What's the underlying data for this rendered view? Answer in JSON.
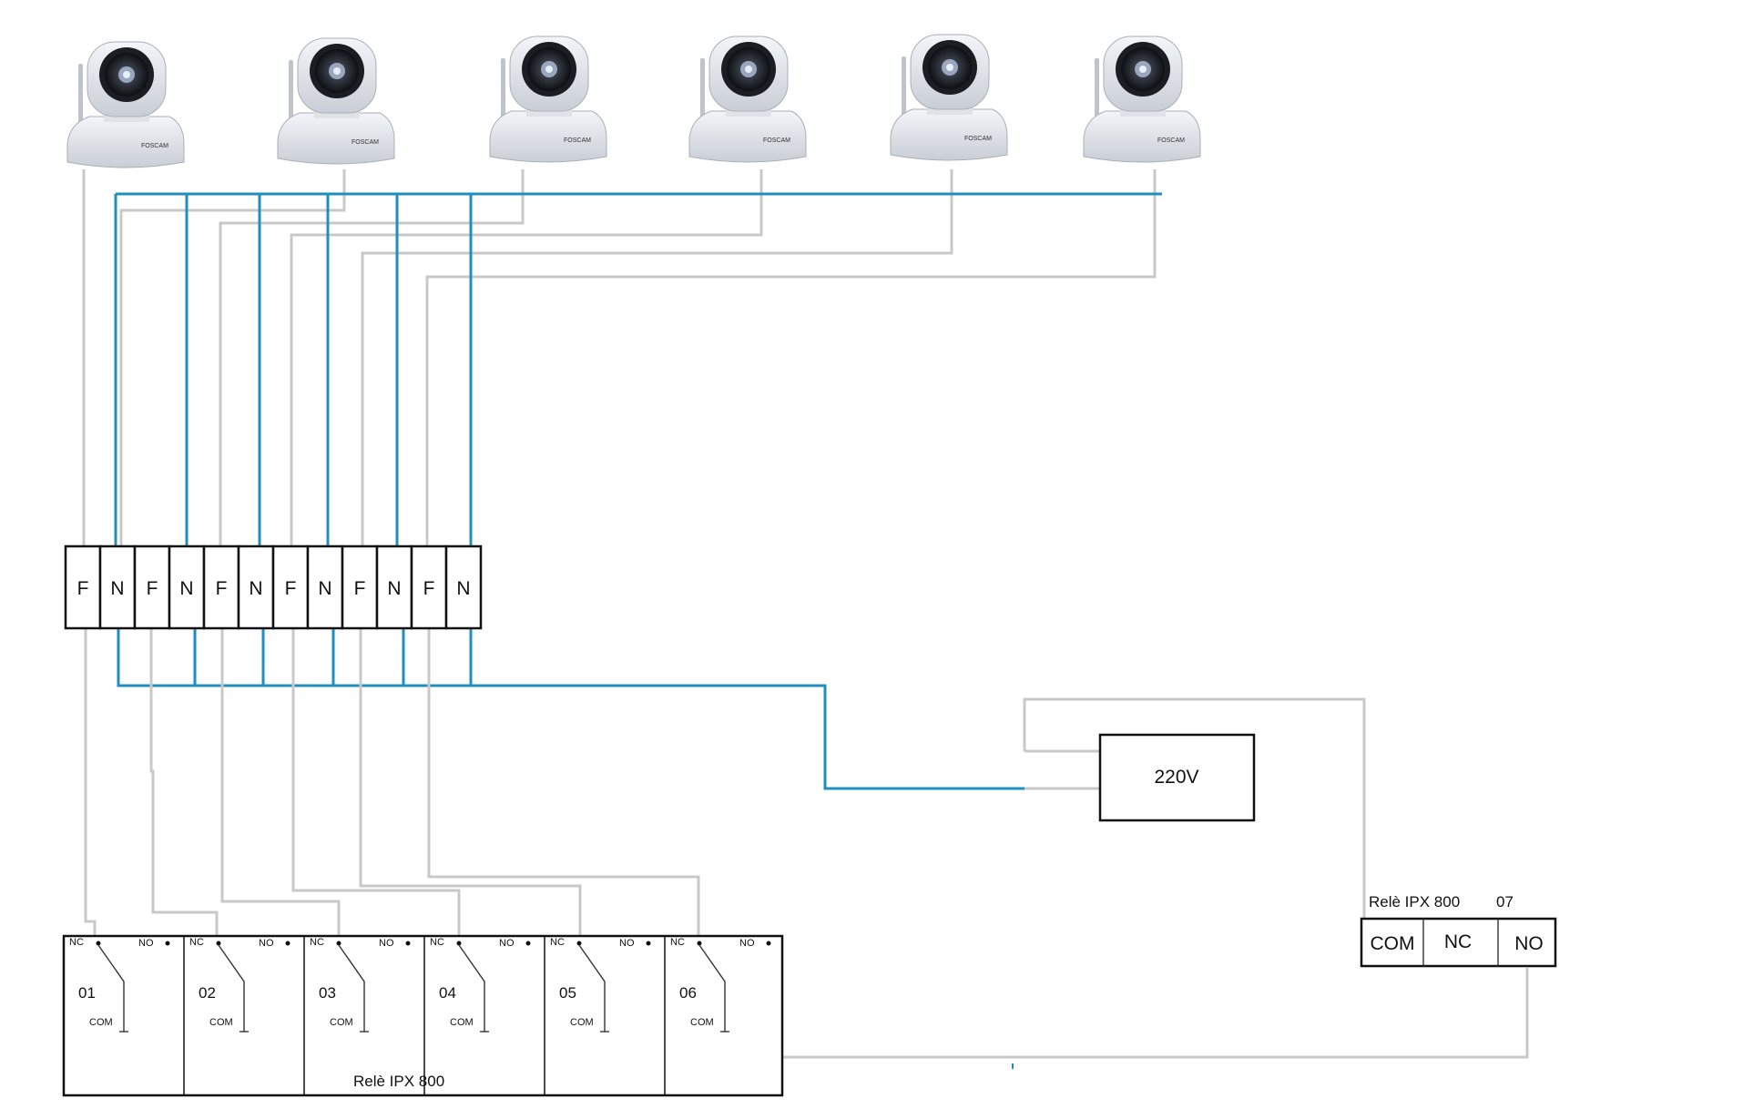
{
  "cameras": [
    {
      "brand": "FOSCAM"
    },
    {
      "brand": "FOSCAM"
    },
    {
      "brand": "FOSCAM"
    },
    {
      "brand": "FOSCAM"
    },
    {
      "brand": "FOSCAM"
    },
    {
      "brand": "FOSCAM"
    }
  ],
  "terminal_block": {
    "terminals": [
      "F",
      "N",
      "F",
      "N",
      "F",
      "N",
      "F",
      "N",
      "F",
      "N",
      "F",
      "N"
    ]
  },
  "relay_board": {
    "label": "Relè IPX 800",
    "nc_label": "NC",
    "no_label": "NO",
    "com_label": "COM",
    "channels": [
      "01",
      "02",
      "03",
      "04",
      "05",
      "06"
    ]
  },
  "power_supply": {
    "label": "220V"
  },
  "relay_07": {
    "label": "Relè IPX 800",
    "number": "07",
    "terminals": [
      "COM",
      "NC",
      "NO"
    ]
  },
  "colors": {
    "neutral_wire": "#1f8fbf",
    "phase_wire": "#c8c8c8",
    "camera_body": "#e6e9ee"
  }
}
